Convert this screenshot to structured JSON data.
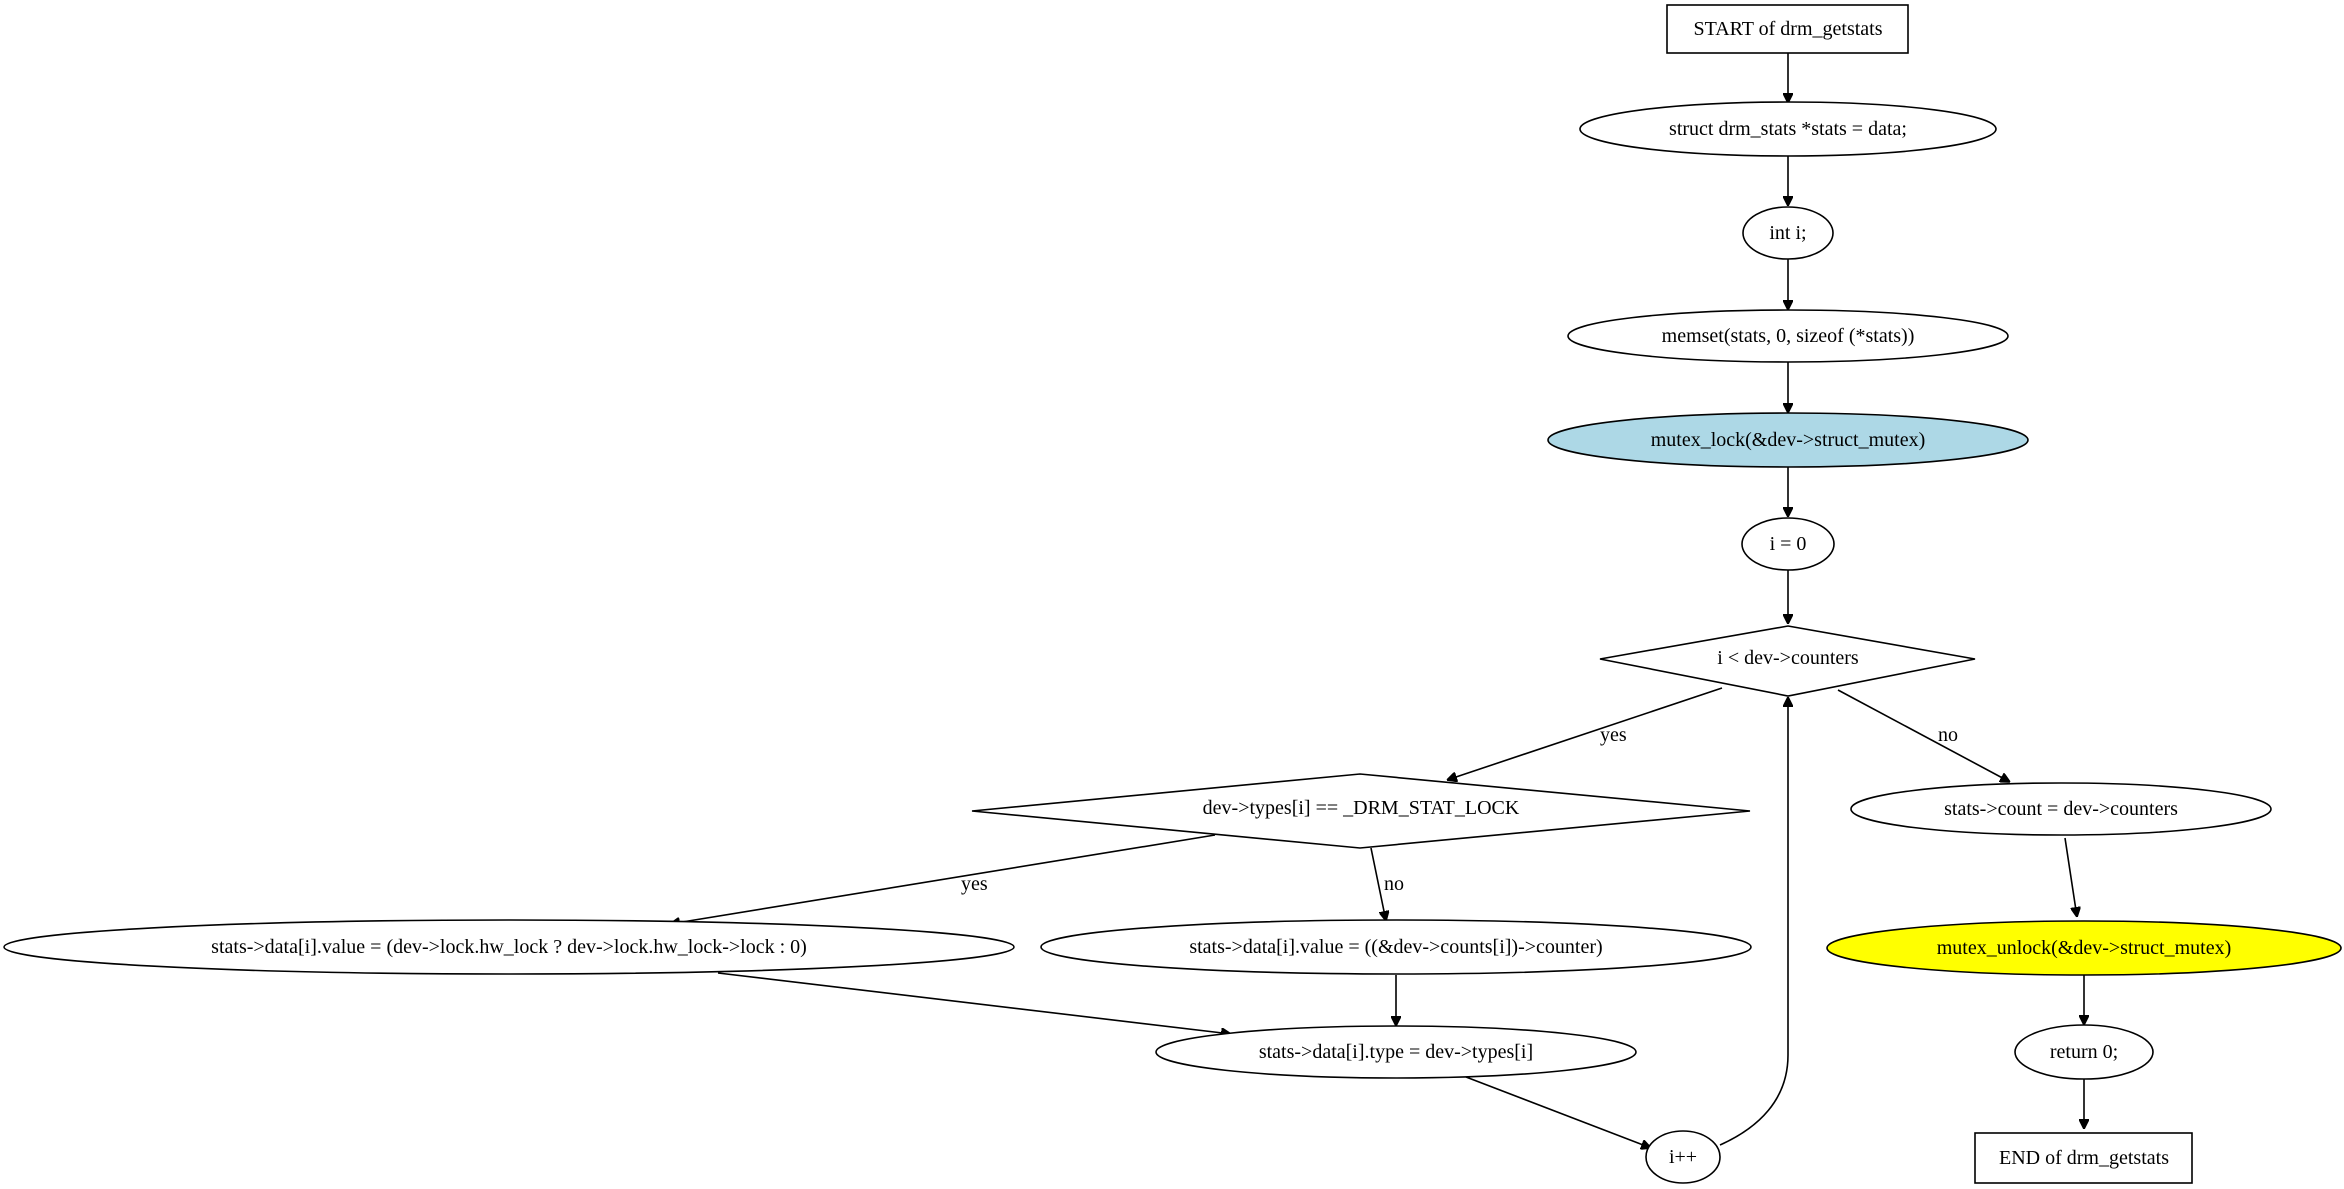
{
  "diagram": {
    "nodes": {
      "start": {
        "label": "START of drm_getstats",
        "shape": "box"
      },
      "decl_stats": {
        "label": "struct drm_stats *stats = data;",
        "shape": "ellipse"
      },
      "decl_i": {
        "label": "int i;",
        "shape": "ellipse"
      },
      "memset": {
        "label": "memset(stats, 0, sizeof (*stats))",
        "shape": "ellipse"
      },
      "mutex_lock": {
        "label": "mutex_lock(&dev->struct_mutex)",
        "shape": "ellipse",
        "fill": "#add8e6"
      },
      "init_i": {
        "label": "i = 0",
        "shape": "ellipse"
      },
      "loop_cond": {
        "label": "i < dev->counters",
        "shape": "diamond"
      },
      "type_check": {
        "label": "dev->types[i] == _DRM_STAT_LOCK",
        "shape": "diamond"
      },
      "value_lock": {
        "label": "stats->data[i].value = (dev->lock.hw_lock ? dev->lock.hw_lock->lock : 0)",
        "shape": "ellipse"
      },
      "value_counter": {
        "label": "stats->data[i].value = ((&dev->counts[i])->counter)",
        "shape": "ellipse"
      },
      "set_type": {
        "label": "stats->data[i].type = dev->types[i]",
        "shape": "ellipse"
      },
      "incr": {
        "label": "i++",
        "shape": "ellipse"
      },
      "set_count": {
        "label": "stats->count = dev->counters",
        "shape": "ellipse"
      },
      "mutex_unlock": {
        "label": "mutex_unlock(&dev->struct_mutex)",
        "shape": "ellipse",
        "fill": "#ffff00"
      },
      "ret": {
        "label": "return 0;",
        "shape": "ellipse"
      },
      "end": {
        "label": "END of drm_getstats",
        "shape": "box"
      }
    },
    "edges": [
      {
        "from": "start",
        "to": "decl_stats"
      },
      {
        "from": "decl_stats",
        "to": "decl_i"
      },
      {
        "from": "decl_i",
        "to": "memset"
      },
      {
        "from": "memset",
        "to": "mutex_lock"
      },
      {
        "from": "mutex_lock",
        "to": "init_i"
      },
      {
        "from": "init_i",
        "to": "loop_cond"
      },
      {
        "from": "loop_cond",
        "to": "type_check",
        "label": "yes"
      },
      {
        "from": "loop_cond",
        "to": "set_count",
        "label": "no"
      },
      {
        "from": "type_check",
        "to": "value_lock",
        "label": "yes"
      },
      {
        "from": "type_check",
        "to": "value_counter",
        "label": "no"
      },
      {
        "from": "value_lock",
        "to": "set_type"
      },
      {
        "from": "value_counter",
        "to": "set_type"
      },
      {
        "from": "set_type",
        "to": "incr"
      },
      {
        "from": "incr",
        "to": "loop_cond"
      },
      {
        "from": "set_count",
        "to": "mutex_unlock"
      },
      {
        "from": "mutex_unlock",
        "to": "ret"
      },
      {
        "from": "ret",
        "to": "end"
      }
    ]
  }
}
